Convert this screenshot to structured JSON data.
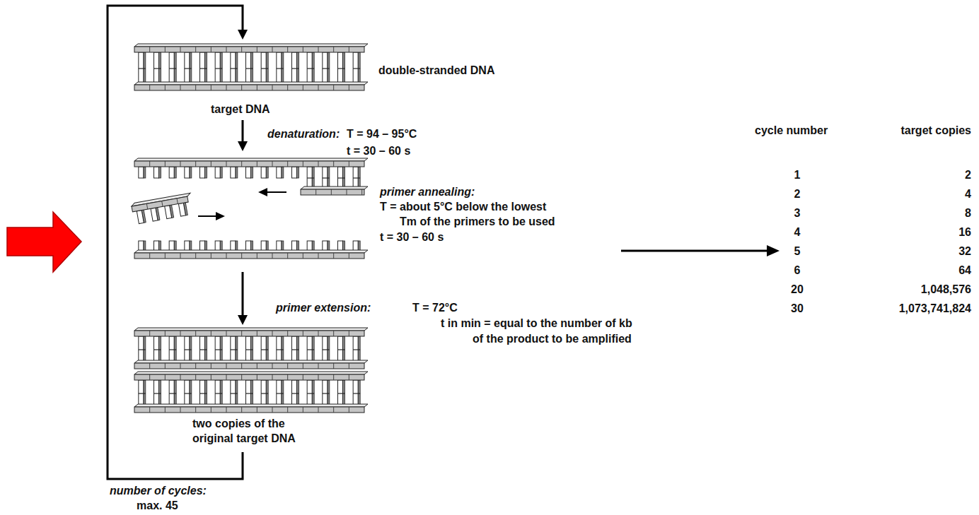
{
  "diagram": {
    "labels": [
      "double-stranded DNA",
      "target DNA",
      "denaturation:",
      "T = 94 – 95°C",
      "t = 30 – 60 s",
      "primer annealing:",
      "T = about 5°C below the lowest",
      "Tm of the primers to be used",
      "t = 30 – 60 s",
      "primer extension:",
      "T = 72°C",
      "t in min = equal to the number of kb",
      "of the product to be amplified",
      "two copies of the",
      "original target DNA",
      "number of cycles:",
      "max. 45",
      "cycle number",
      "target copies",
      "1",
      "2",
      "2",
      "4",
      "3",
      "8",
      "4",
      "16",
      "5",
      "32",
      "6",
      "64",
      "20",
      "1,048,576",
      "30",
      "1,073,741,824"
    ]
  }
}
